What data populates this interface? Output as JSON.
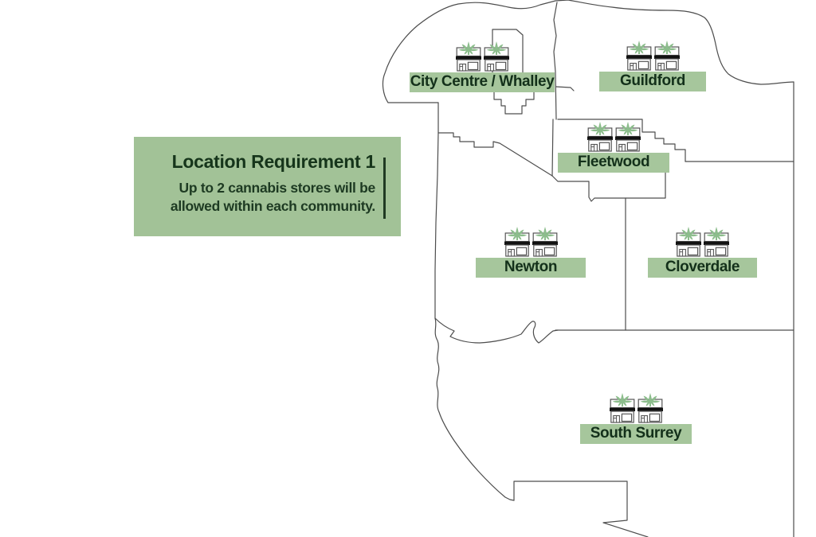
{
  "legend": {
    "title": "Location Requirement 1",
    "line1": "Up to 2 cannabis stores will be",
    "line2": "allowed within each community."
  },
  "communities": [
    {
      "name": "City Centre / Whalley",
      "stores_allowed_icons": 2
    },
    {
      "name": "Guildford",
      "stores_allowed_icons": 2
    },
    {
      "name": "Fleetwood",
      "stores_allowed_icons": 2
    },
    {
      "name": "Newton",
      "stores_allowed_icons": 2
    },
    {
      "name": "Cloverdale",
      "stores_allowed_icons": 2
    },
    {
      "name": "South Surrey",
      "stores_allowed_icons": 2
    }
  ],
  "icons": {
    "store_icon": "cannabis-storefront-icon"
  },
  "colors": {
    "label_green": "#a6c69c",
    "legend_green": "#a2c297",
    "leaf_green": "#8cbd8c",
    "dark_text": "#16351b",
    "boundary_line": "#4d4d4d",
    "awning_black": "#121212"
  }
}
